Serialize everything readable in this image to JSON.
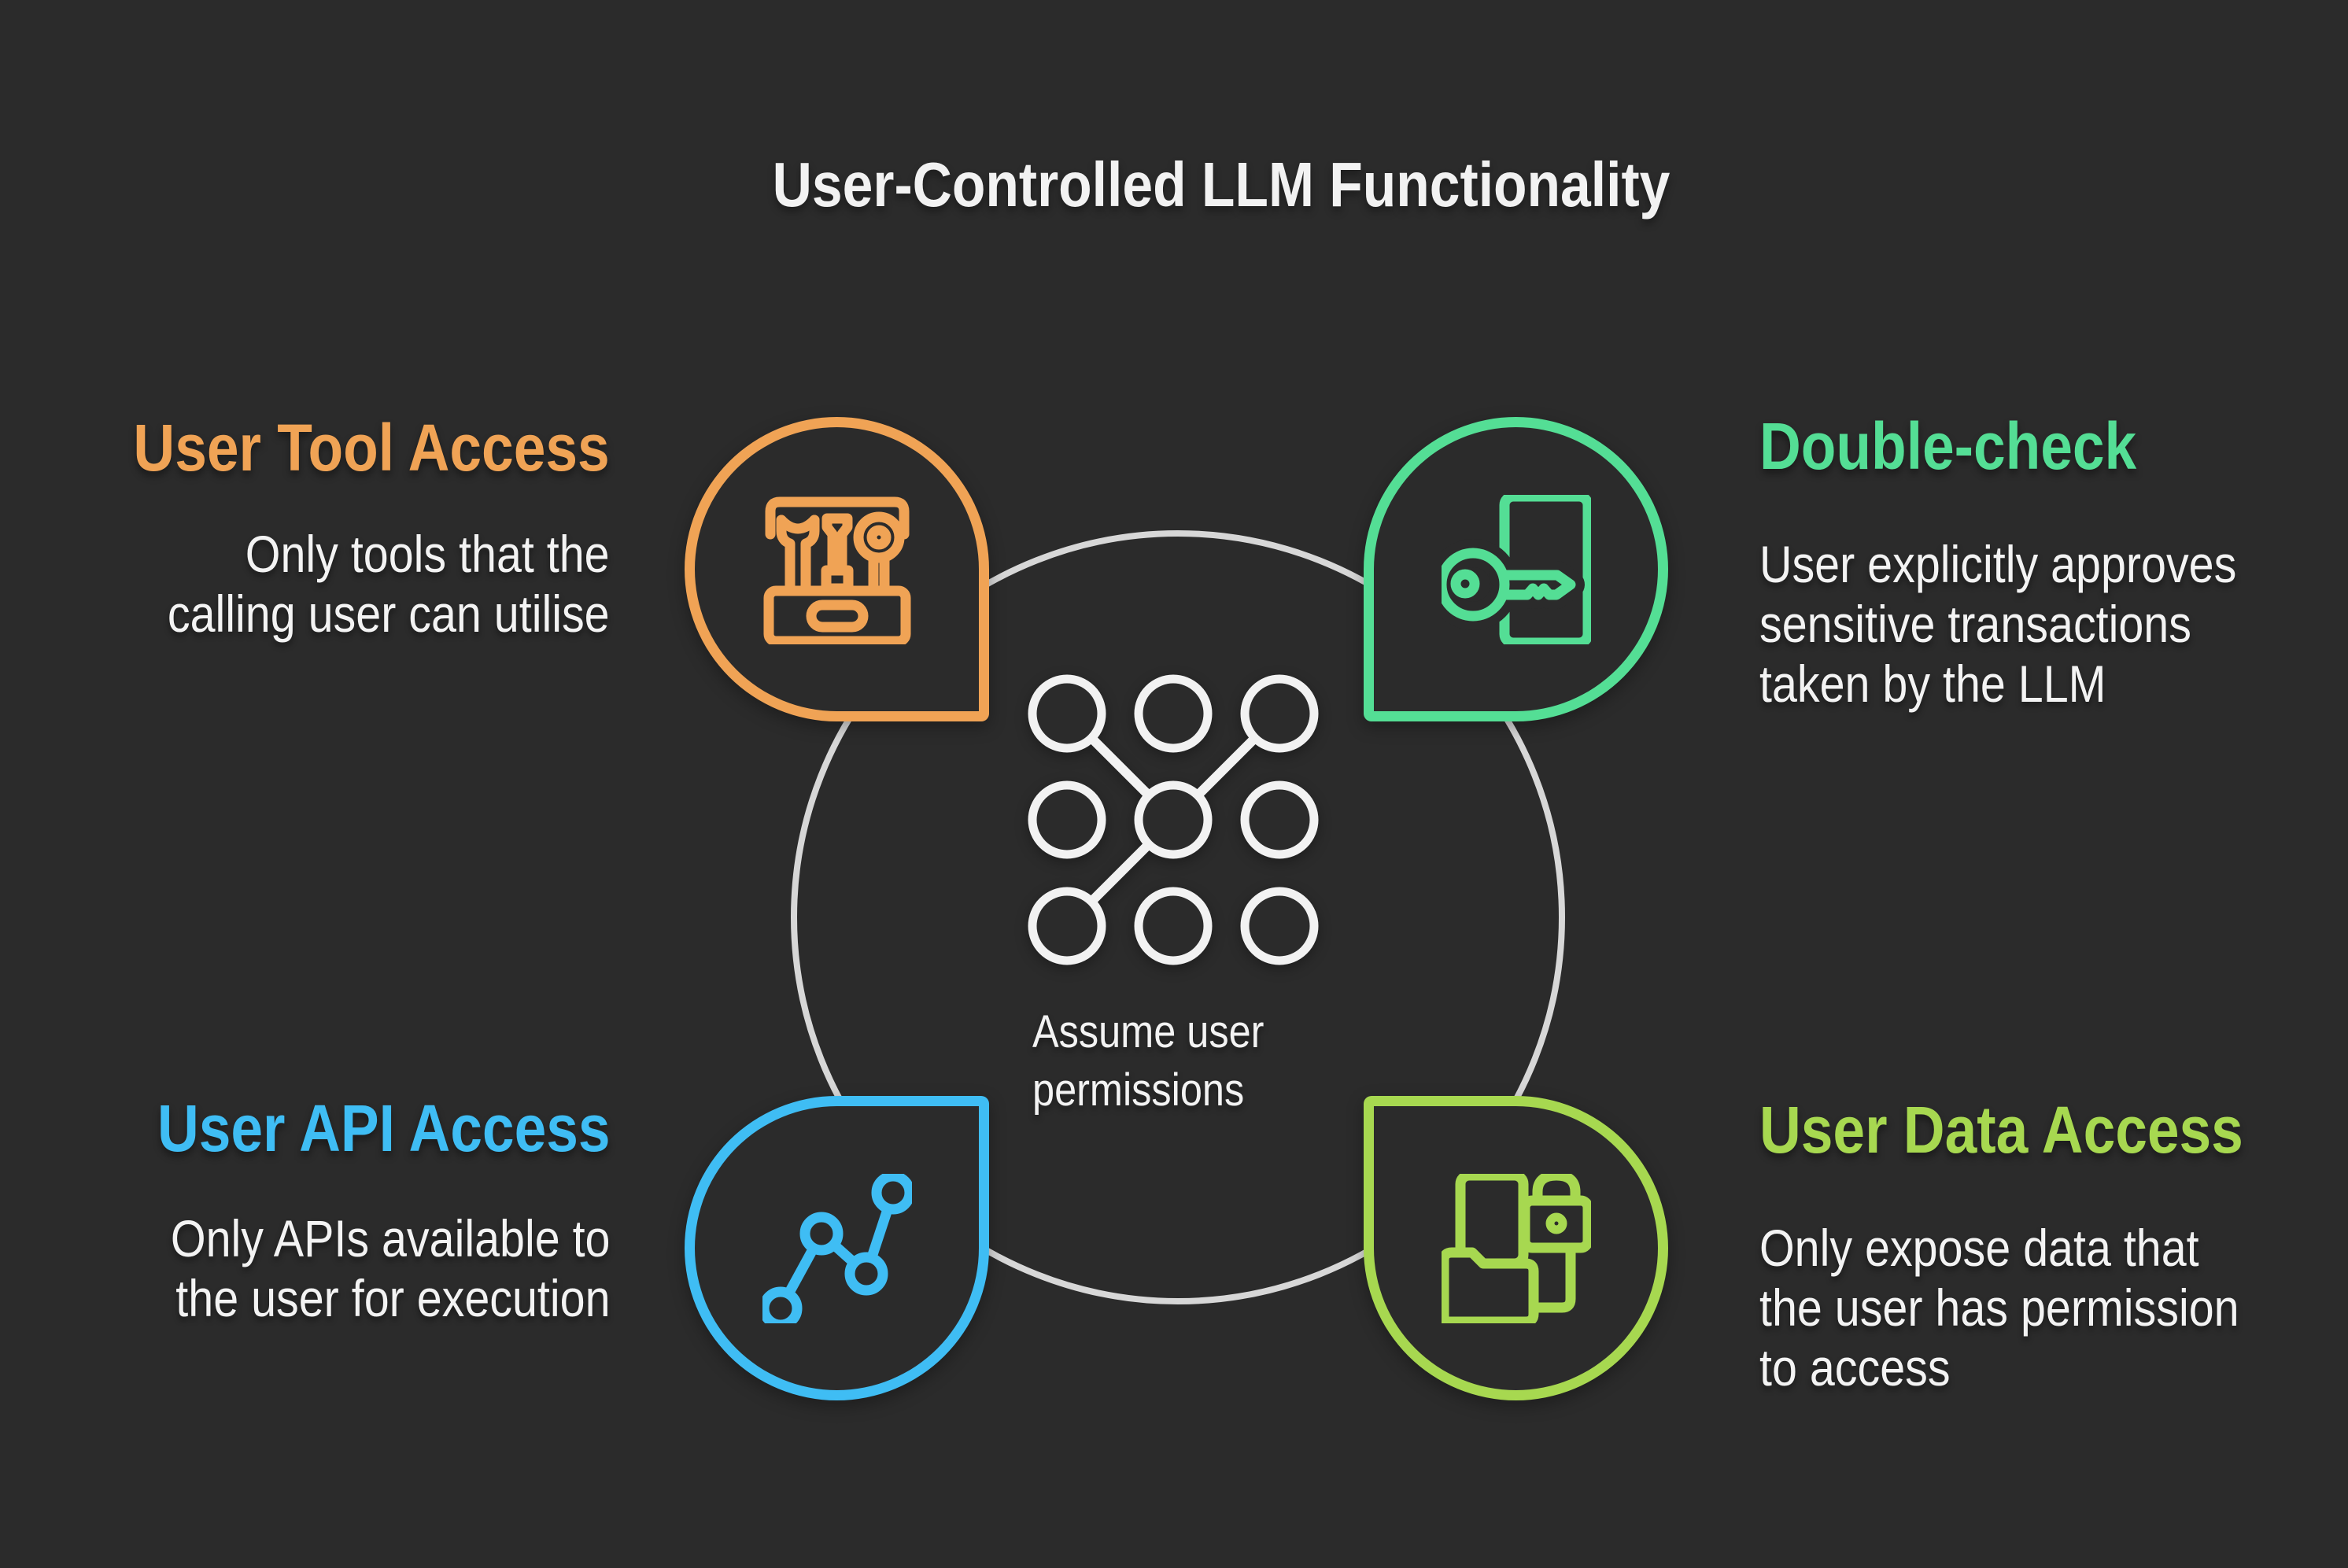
{
  "title": "User-Controlled LLM Functionality",
  "center": {
    "caption": "Assume user\npermissions",
    "icon": "pattern-lock-icon"
  },
  "quadrants": [
    {
      "id": "tool-access",
      "heading": "User Tool Access",
      "body": "Only tools that the\ncalling user can utilise",
      "color": "#F0A355",
      "icon": "toolbox-icon"
    },
    {
      "id": "double-check",
      "heading": "Double-check",
      "body": "User explicitly approves\nsensitive transactions\ntaken by the LLM",
      "color": "#54DE95",
      "icon": "key-icon"
    },
    {
      "id": "api-access",
      "heading": "User API Access",
      "body": "Only APIs available to\nthe user for execution",
      "color": "#3FBDF4",
      "icon": "line-chart-icon"
    },
    {
      "id": "data-access",
      "heading": "User Data Access",
      "body": "Only expose data that\nthe user has permission\nto access",
      "color": "#A7D850",
      "icon": "folder-lock-icon"
    }
  ],
  "colors": {
    "background": "#2B2B2B",
    "circle": "#D7D7D7",
    "pattern": "#F2F2F2",
    "text": "#F3F3F3",
    "title": "#F2F2F2"
  }
}
